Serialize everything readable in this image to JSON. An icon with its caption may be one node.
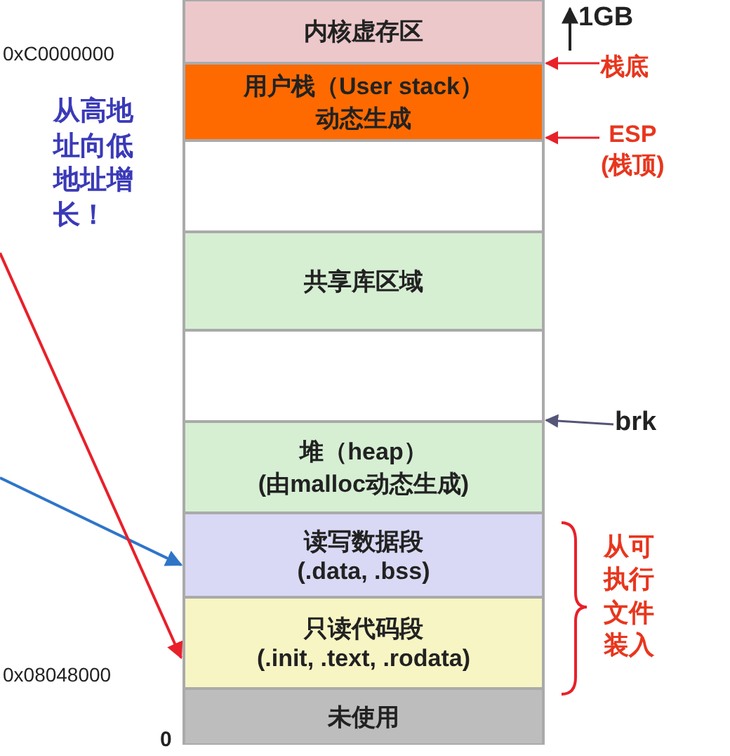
{
  "diagram": {
    "nodes": [
      {
        "text": [
          "内核虚存区"
        ]
      },
      {
        "text": [
          "用户栈（User stack）",
          "动态生成"
        ]
      },
      {
        "text": [],
        "shape": "box"
      },
      {
        "text": [
          "共享库区域"
        ]
      },
      {
        "text": [],
        "shape": "box"
      },
      {
        "text": [
          "堆（heap）",
          "(由malloc动态生成)"
        ]
      },
      {
        "text": [
          "读写数据段",
          "(.data, .bss)"
        ]
      },
      {
        "text": [
          "只读代码段",
          "(.init, .text, .rodata)"
        ]
      },
      {
        "text": [
          "未使用"
        ]
      },
      {
        "text": [
          "栈底"
        ]
      },
      {
        "text": [
          "ESP",
          "(栈顶)"
        ]
      },
      {
        "text": [
          "brk"
        ]
      }
    ],
    "edges": [
      {
        "from": null,
        "to": 6,
        "arrow": "to",
        "color": "#2e75c8"
      },
      {
        "from": null,
        "to": 7,
        "arrow": "to"
      },
      {
        "from": 9,
        "to": 0,
        "arrow": "to"
      },
      {
        "from": 10,
        "to": 1,
        "arrow": "to"
      },
      {
        "from": 11,
        "to": 4,
        "arrow": "to",
        "color": "#555577"
      }
    ],
    "labels": [
      "1GB",
      "0xC0000000",
      "从高地址向低地址增长！",
      "0x08048000",
      "0",
      "从可执行文件装入"
    ]
  }
}
